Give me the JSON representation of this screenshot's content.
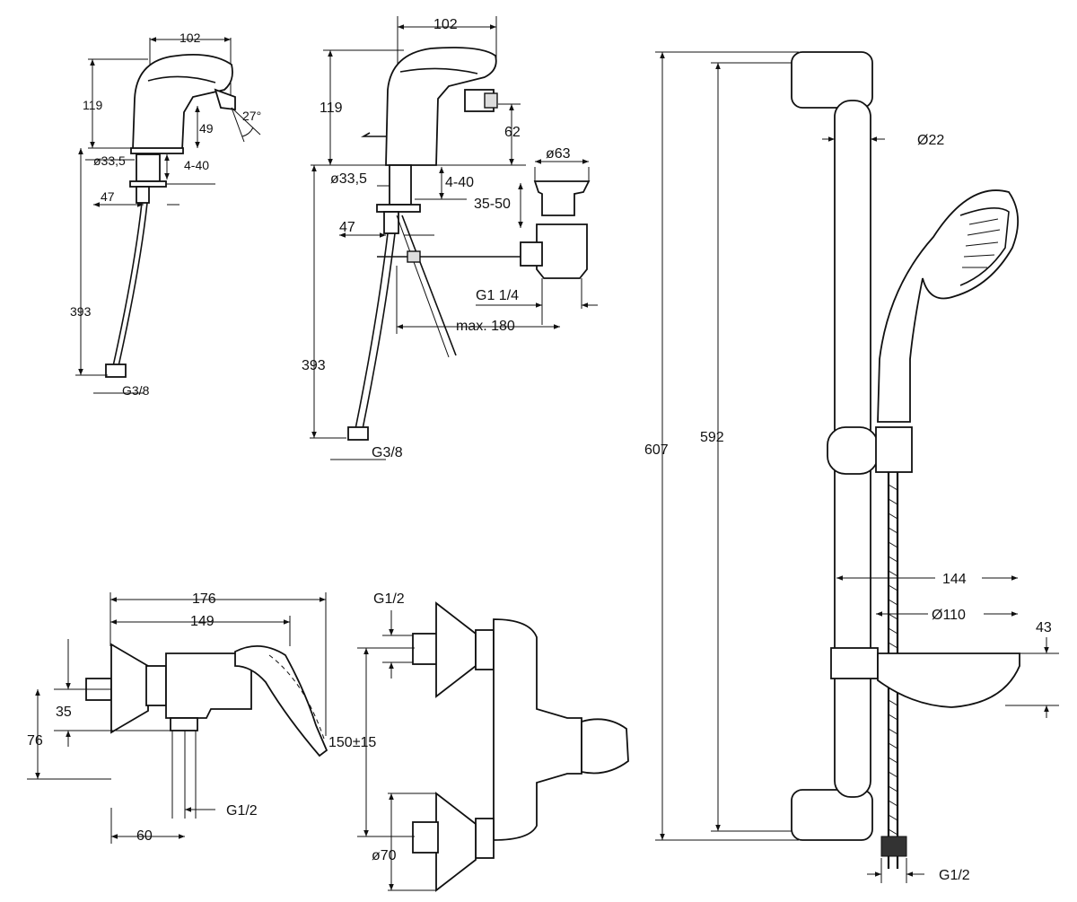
{
  "basin_mixer": {
    "width": "102",
    "height": "119",
    "spout_height": "49",
    "spout_angle": "27°",
    "base_diameter": "ø33,5",
    "deck_thickness": "4-40",
    "tail_offset": "47",
    "hose_length": "393",
    "hose_thread": "G3/8"
  },
  "bidet_mixer": {
    "width": "102",
    "height": "119",
    "spout_height": "62",
    "base_diameter": "ø33,5",
    "deck_thickness": "4-40",
    "tail_offset": "47",
    "hose_length": "393",
    "hose_thread": "G3/8",
    "waste_diameter": "ø63",
    "waste_range": "35-50",
    "waste_thread": "G1 1/4",
    "pull_rod": "max. 180"
  },
  "shower_mixer": {
    "overall_width": "176",
    "body_width": "149",
    "outlet_offset": "35",
    "outlet_height": "76",
    "outlet_thread": "G1/2",
    "outlet_spacing": "60",
    "centres": "150±15",
    "inlet_thread": "G1/2",
    "escutcheon": "ø70"
  },
  "shower_rail": {
    "overall_length": "607",
    "fixing_centres": "592",
    "rail_diameter": "Ø22",
    "shelf_depth": "144",
    "shelf_diameter": "Ø110",
    "shelf_height": "43",
    "hose_thread": "G1/2"
  }
}
